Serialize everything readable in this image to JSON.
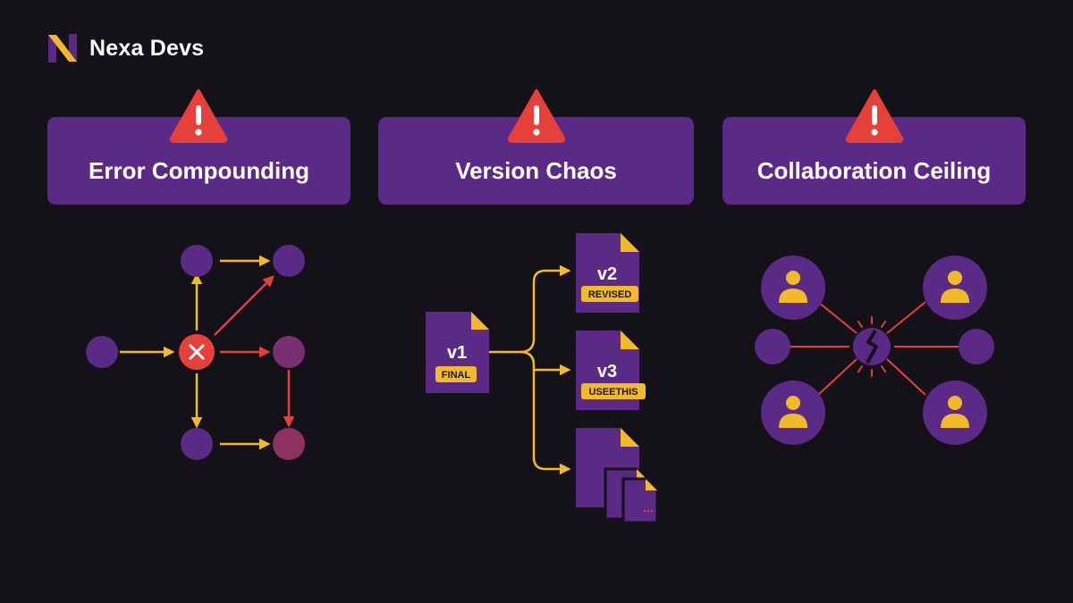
{
  "brand": {
    "name": "Nexa Devs",
    "logo_icon": "n-logo-icon"
  },
  "colors": {
    "background": "#141118",
    "card": "#5b2a86",
    "node": "#5b2a86",
    "accent": "#f2b92a",
    "danger": "#e5403a"
  },
  "panels": [
    {
      "title": "Error Compounding",
      "icon": "warning-icon"
    },
    {
      "title": "Version Chaos",
      "icon": "warning-icon"
    },
    {
      "title": "Collaboration Ceiling",
      "icon": "warning-icon"
    }
  ],
  "version_chaos": {
    "files": [
      {
        "version": "v1",
        "tag": "FINAL"
      },
      {
        "version": "v2",
        "tag": "REVISED"
      },
      {
        "version": "v3",
        "tag": "USEETHIS"
      }
    ],
    "overflow_marker": "..."
  }
}
